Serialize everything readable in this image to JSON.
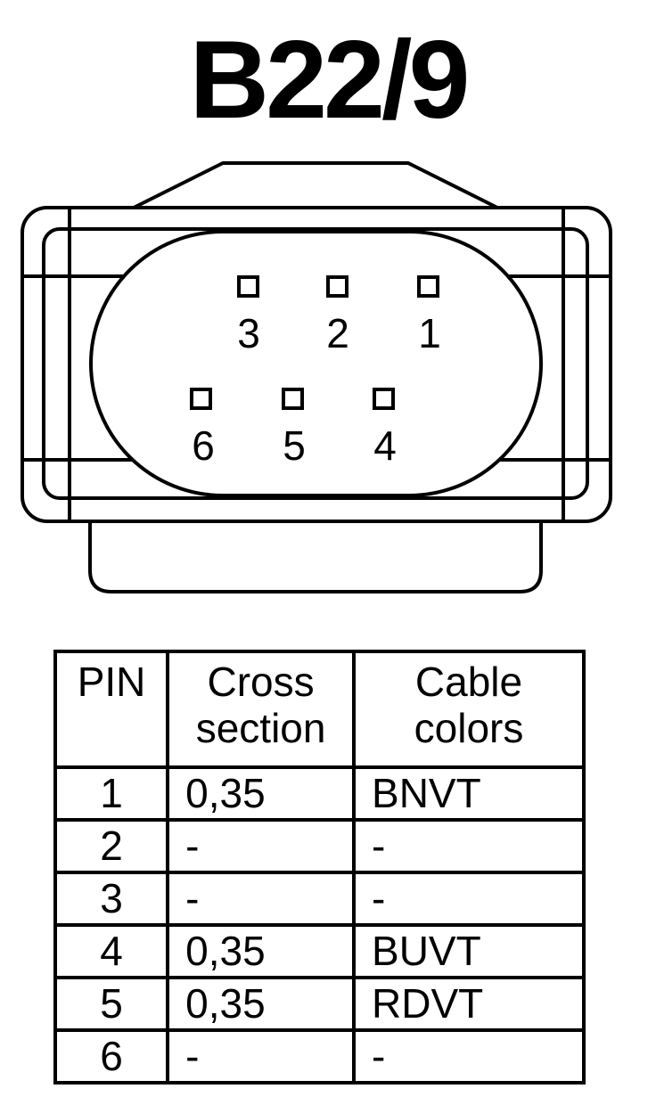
{
  "title": "B22/9",
  "connector": {
    "pins_top": [
      {
        "number": "3"
      },
      {
        "number": "2"
      },
      {
        "number": "1"
      }
    ],
    "pins_bottom": [
      {
        "number": "6"
      },
      {
        "number": "5"
      },
      {
        "number": "4"
      }
    ]
  },
  "table": {
    "headers": {
      "pin": "PIN",
      "cross_section": [
        "Cross",
        "section"
      ],
      "cable_colors": [
        "Cable",
        "colors"
      ]
    },
    "rows": [
      {
        "pin": "1",
        "cross_section": "0,35",
        "color": "BNVT"
      },
      {
        "pin": "2",
        "cross_section": "-",
        "color": "-"
      },
      {
        "pin": "3",
        "cross_section": "-",
        "color": "-"
      },
      {
        "pin": "4",
        "cross_section": "0,35",
        "color": "BUVT"
      },
      {
        "pin": "5",
        "cross_section": "0,35",
        "color": "RDVT"
      },
      {
        "pin": "6",
        "cross_section": "-",
        "color": "-"
      }
    ]
  }
}
